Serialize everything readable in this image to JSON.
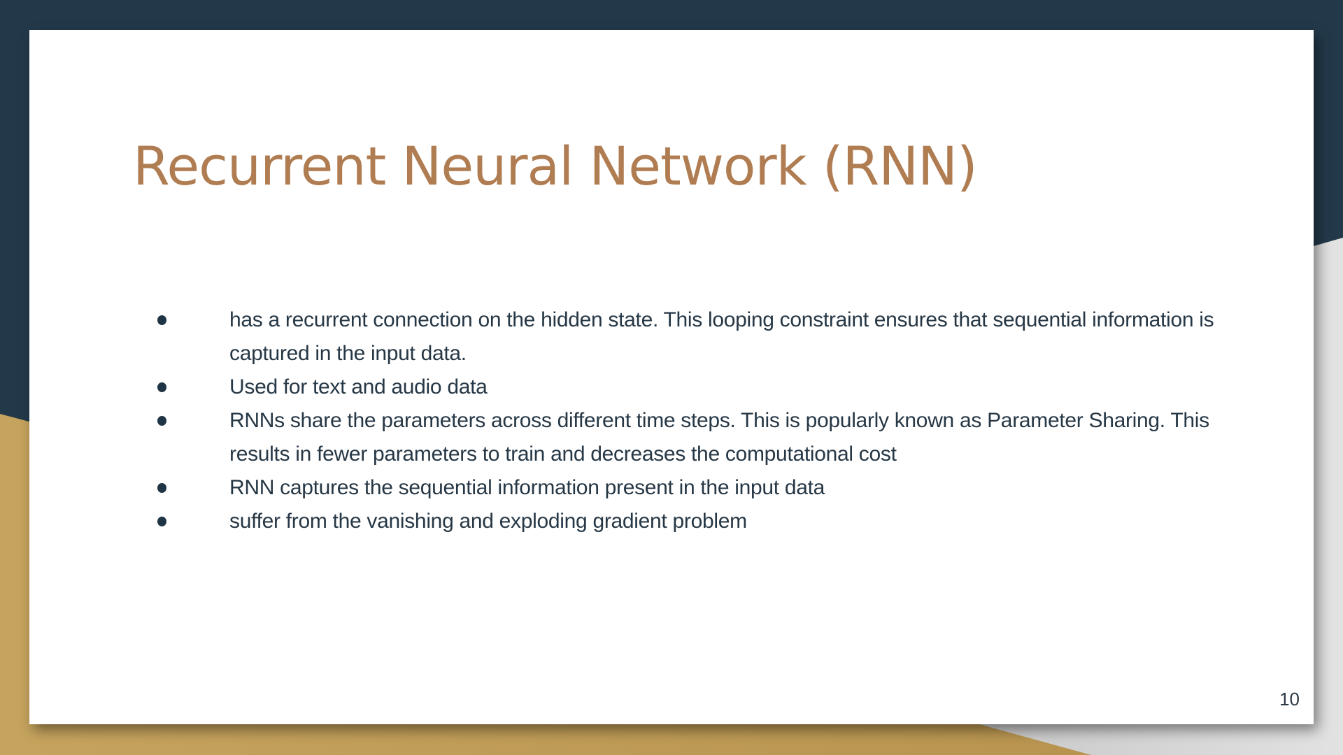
{
  "slide": {
    "title": "Recurrent Neural Network (RNN)",
    "bullets": [
      "has a recurrent connection on the hidden state. This looping constraint ensures that sequential information is captured in the input data.",
      "Used for text and audio data",
      "RNNs share the parameters across different time steps. This is popularly known as Parameter Sharing. This results in fewer parameters to train and decreases the computational cost",
      "RNN captures the sequential information present in the input data",
      "suffer from the vanishing and exploding gradient problem"
    ],
    "page_number": "10"
  },
  "colors": {
    "background_navy": "#23394a",
    "background_gold": "#c4a15c",
    "background_gray": "#d6d6d6",
    "title": "#b07d52",
    "body_text": "#263745"
  }
}
